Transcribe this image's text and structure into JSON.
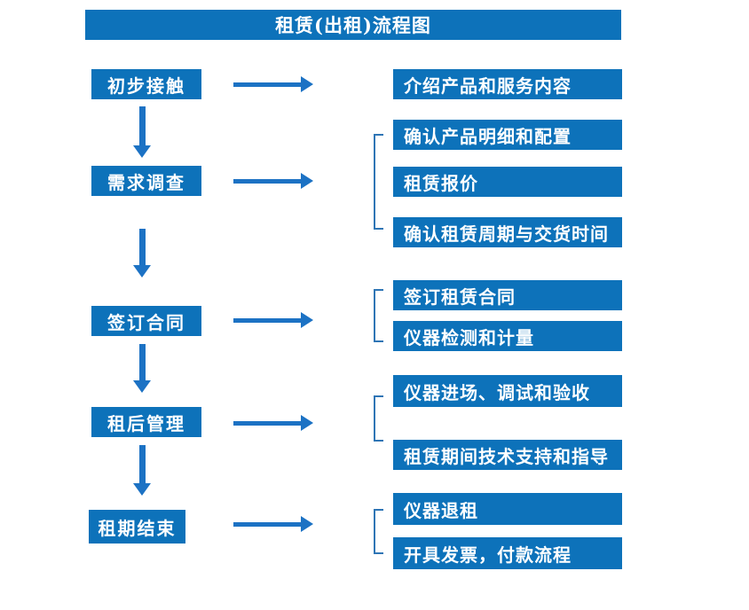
{
  "title": "租赁(出租)流程图",
  "colors": {
    "box_blue": "#0d72ba",
    "arrow_blue": "#1c72c4",
    "bracket_blue": "#2e75b5",
    "text_white": "#ffffff",
    "background": "#ffffff"
  },
  "flow": {
    "steps": [
      {
        "label": "初步接触",
        "outputs": [
          "介绍产品和服务内容"
        ]
      },
      {
        "label": "需求调查",
        "outputs": [
          "确认产品明细和配置",
          "租赁报价",
          "确认租赁周期与交货时间"
        ]
      },
      {
        "label": "签订合同",
        "outputs": [
          "签订租赁合同",
          "仪器检测和计量"
        ]
      },
      {
        "label": "租后管理",
        "outputs": [
          "仪器进场、调试和验收",
          "租赁期间技术支持和指导"
        ]
      },
      {
        "label": "租期结束",
        "outputs": [
          "仪器退租",
          "开具发票，付款流程"
        ]
      }
    ]
  }
}
